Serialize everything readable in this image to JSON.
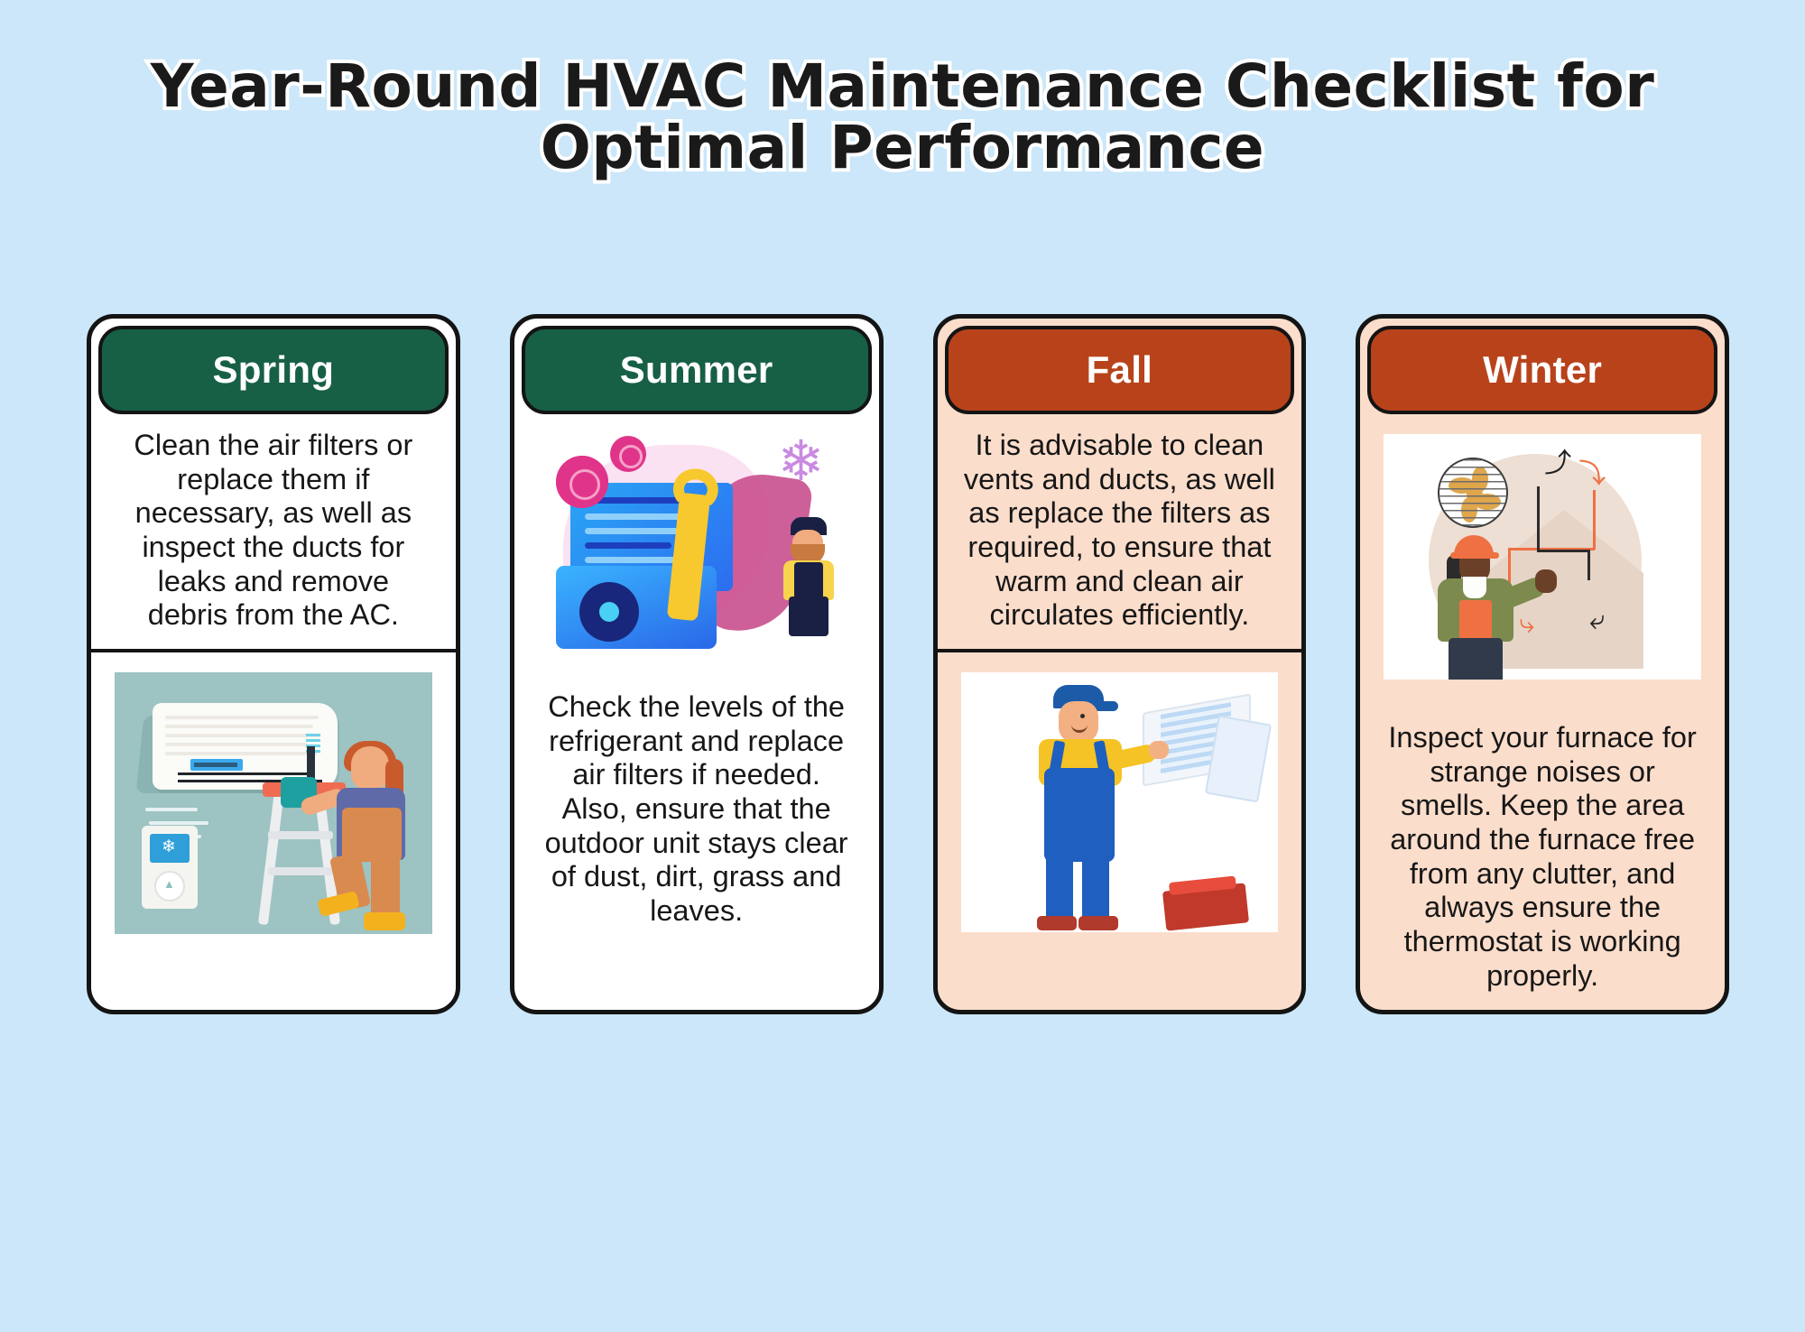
{
  "page": {
    "title": "Year-Round HVAC Maintenance Checklist for Optimal Performance",
    "background_color": "#cbe7f9"
  },
  "colors": {
    "page_background": "#cbe7f9",
    "green_header": "#176046",
    "orange_header": "#b8431b",
    "peach_card": "#fbddcb",
    "white_card": "#ffffff",
    "outline": "#141414",
    "body_text": "#171717",
    "header_text": "#ffffff"
  },
  "cards": [
    {
      "id": "spring",
      "header_label": "Spring",
      "header_style": "green",
      "card_style": "white",
      "body_text": "Clean the air filters or replace them if necessary, as well as inspect the ducts for leaks and remove debris from the AC.",
      "illustration_name": "ac-unit-technician-drill-illustration",
      "illustration_alt": "Technician on a ladder with a drill next to a wall-mounted AC unit and thermostat",
      "layout": "text-above-image"
    },
    {
      "id": "summer",
      "header_label": "Summer",
      "header_style": "green",
      "card_style": "white",
      "body_text": "Check the levels of the refrigerant and replace air filters if needed. Also, ensure that the outdoor unit stays clear of dust, dirt, grass and leaves.",
      "illustration_name": "hvac-service-gears-wrench-illustration",
      "illustration_alt": "Worker with a large wrench beside a blue HVAC panel with pink gears and a snowflake",
      "layout": "image-above-text"
    },
    {
      "id": "fall",
      "header_label": "Fall",
      "header_style": "orange",
      "card_style": "peach",
      "body_text": "It is advisable to clean vents and ducts, as well as replace the filters as required, to ensure that warm and clean air circulates efficiently.",
      "illustration_name": "technician-installing-ac-filter-illustration",
      "illustration_alt": "Technician in blue overalls installing an AC filter with a red toolbox on the floor",
      "layout": "text-above-image"
    },
    {
      "id": "winter",
      "header_label": "Winter",
      "header_style": "orange",
      "card_style": "peach",
      "body_text": "Inspect your furnace for strange noises or smells. Keep the area around the furnace free from any clutter, and always ensure the thermostat is working properly.",
      "illustration_name": "hvac-inspector-ductwork-airflow-illustration",
      "illustration_alt": "Inspector with a hard hat and clipboard pointing at house ductwork with airflow arrows and a vent fan",
      "layout": "image-above-text"
    }
  ]
}
